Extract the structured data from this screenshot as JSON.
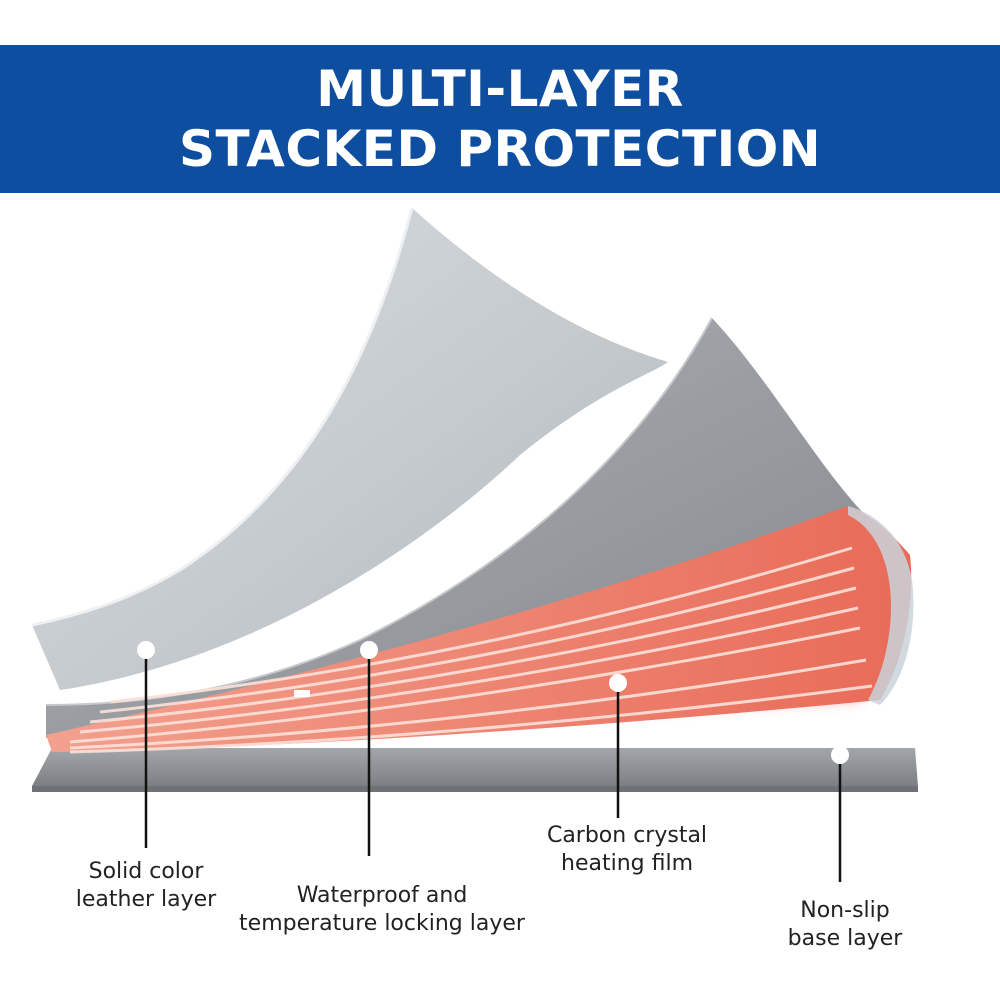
{
  "banner": {
    "title_line1": "MULTI-LAYER",
    "title_line2": "STACKED PROTECTION",
    "color": "#0d4ea0"
  },
  "layers": [
    {
      "id": "solid-color-leather-layer",
      "label_line1": "Solid color",
      "label_line2": "leather layer",
      "color": "#c9ced2"
    },
    {
      "id": "waterproof-temperature-locking-layer",
      "label_line1": "Waterproof and",
      "label_line2": "temperature locking layer",
      "color": "#9a9ea2"
    },
    {
      "id": "carbon-crystal-heating-film",
      "label_line1": "Carbon crystal",
      "label_line2": "heating film",
      "color": "#f0785e"
    },
    {
      "id": "non-slip-base-layer",
      "label_line1": "Non-slip",
      "label_line2": "base layer",
      "color": "#8f9397"
    }
  ],
  "colors": {
    "heating_glow": "#ff4a3a",
    "callout_line": "#111111",
    "callout_dot": "#ffffff"
  }
}
